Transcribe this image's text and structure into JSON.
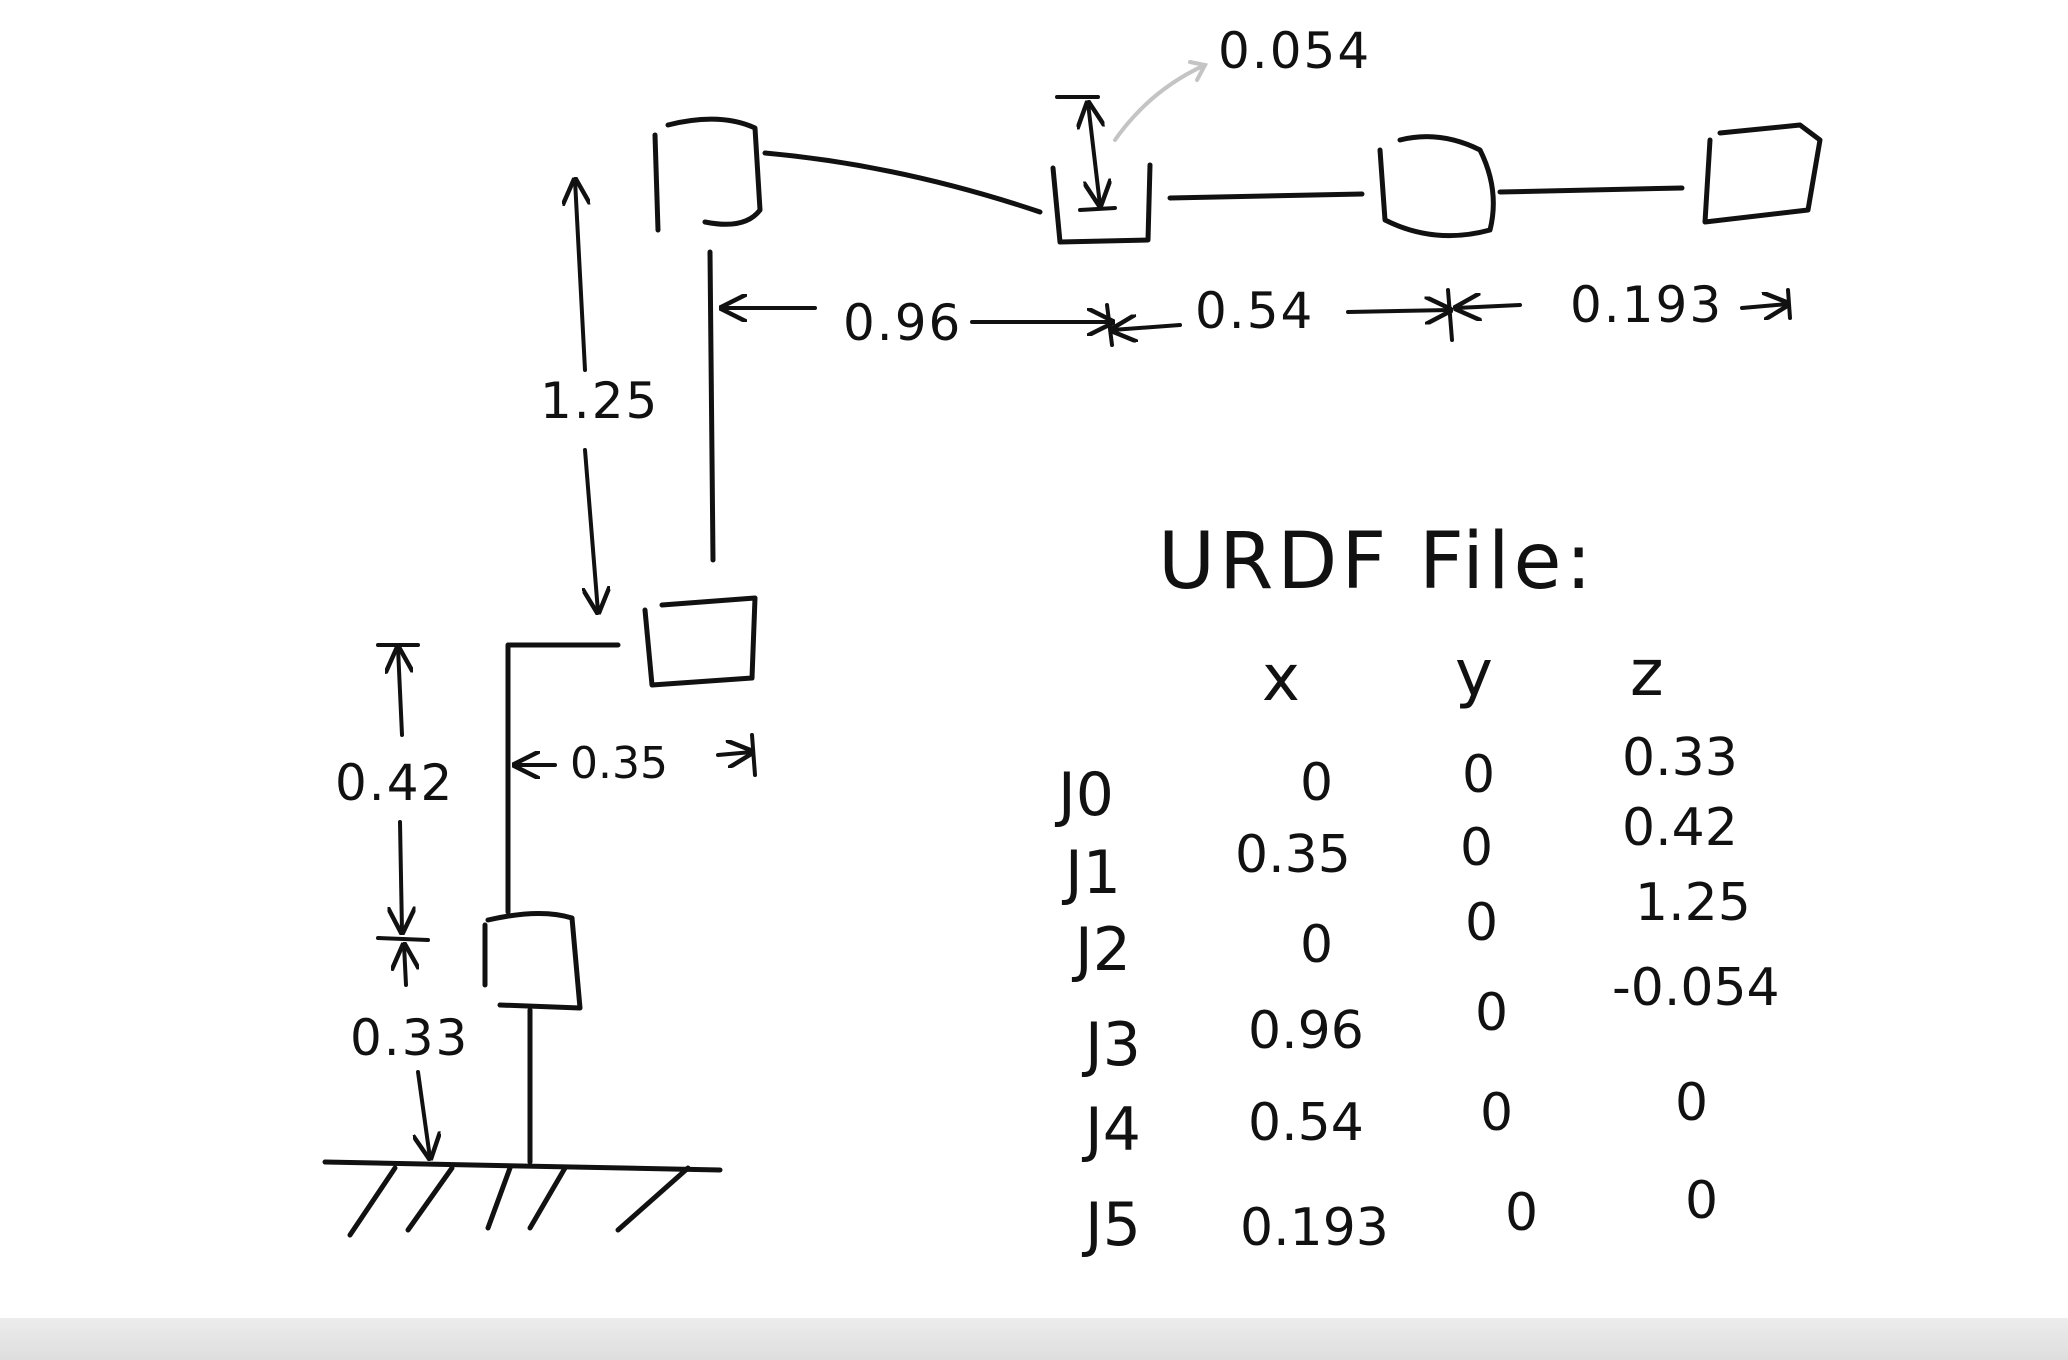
{
  "dimensions": {
    "top_offset": "0.054",
    "upper_link": "0.96",
    "forearm_link": "0.54",
    "wrist_link": "0.193",
    "vertical_arm": "1.25",
    "shoulder_height": "0.42",
    "shoulder_offset": "0.35",
    "base_height": "0.33"
  },
  "urdf_table": {
    "title": "URDF File:",
    "headers": [
      "x",
      "y",
      "z"
    ],
    "rows": [
      {
        "joint": "J0",
        "x": "0",
        "y": "0",
        "z": "0.33"
      },
      {
        "joint": "J1",
        "x": "0.35",
        "y": "0",
        "z": "0.42"
      },
      {
        "joint": "J2",
        "x": "0",
        "y": "0",
        "z": "1.25"
      },
      {
        "joint": "J3",
        "x": "0.96",
        "y": "0",
        "z": "-0.054"
      },
      {
        "joint": "J4",
        "x": "0.54",
        "y": "0",
        "z": "0"
      },
      {
        "joint": "J5",
        "x": "0.193",
        "y": "0",
        "z": "0"
      }
    ]
  }
}
